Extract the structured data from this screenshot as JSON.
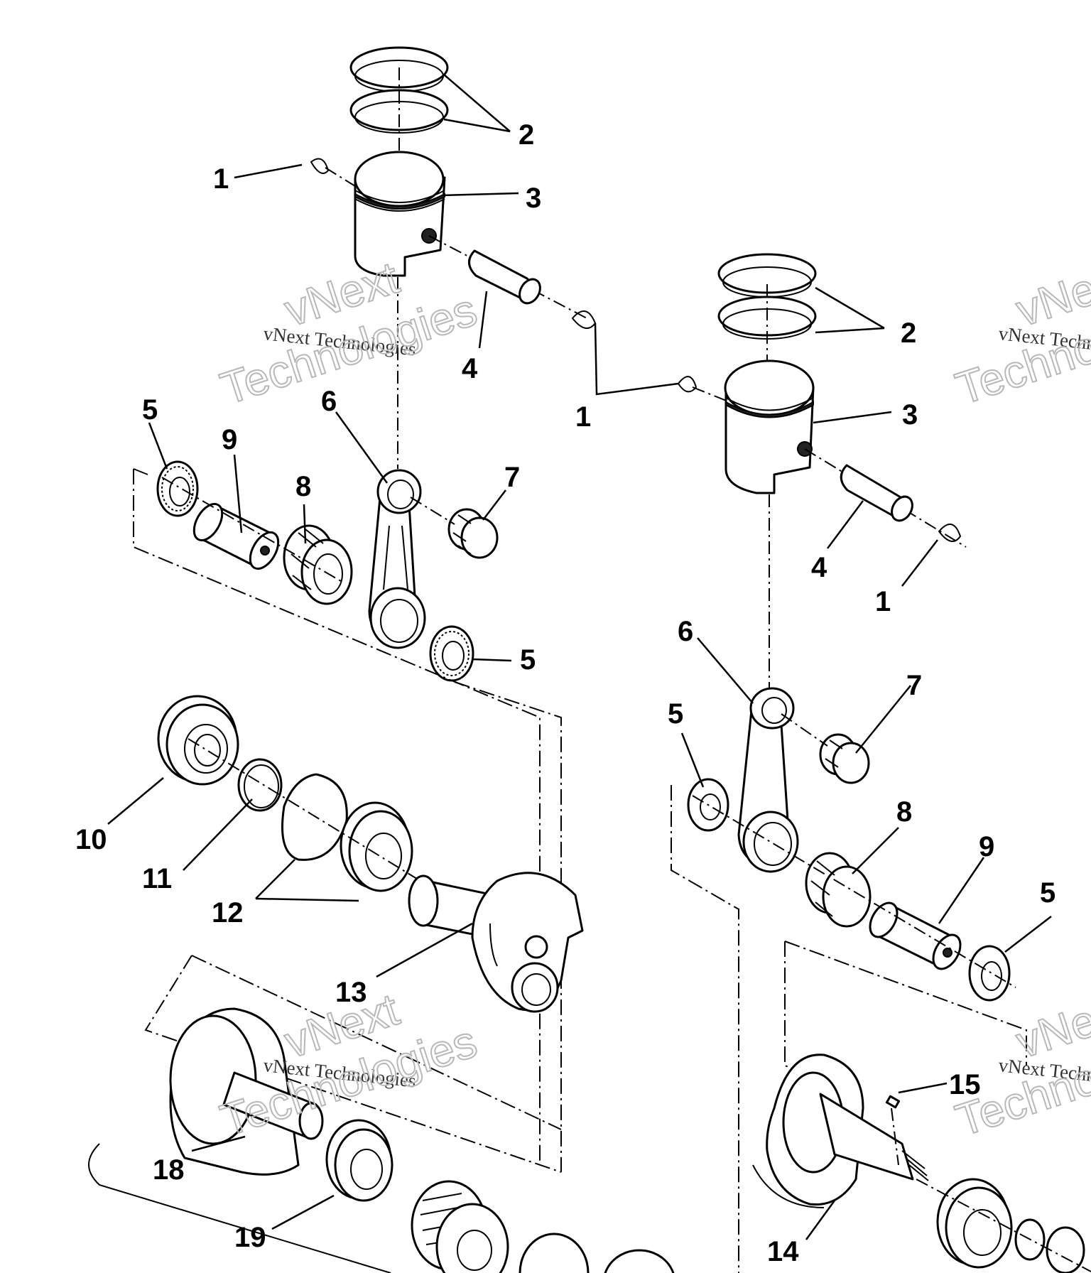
{
  "watermark": {
    "line": "vNext Technologies",
    "big_line1": "vNext",
    "big_line2": "Technologies"
  },
  "callouts": [
    {
      "key": "c1a",
      "text": "1"
    },
    {
      "key": "c2a",
      "text": "2"
    },
    {
      "key": "c3a",
      "text": "3"
    },
    {
      "key": "c4a",
      "text": "4"
    },
    {
      "key": "c5a",
      "text": "5"
    },
    {
      "key": "c9a",
      "text": "9"
    },
    {
      "key": "c6a",
      "text": "6"
    },
    {
      "key": "c8a",
      "text": "8"
    },
    {
      "key": "c7a",
      "text": "7"
    },
    {
      "key": "c5b",
      "text": "5"
    },
    {
      "key": "c2b",
      "text": "2"
    },
    {
      "key": "c1b",
      "text": "1"
    },
    {
      "key": "c3b",
      "text": "3"
    },
    {
      "key": "c4b",
      "text": "4"
    },
    {
      "key": "c1c",
      "text": "1"
    },
    {
      "key": "c6b",
      "text": "6"
    },
    {
      "key": "c7b",
      "text": "7"
    },
    {
      "key": "c5c",
      "text": "5"
    },
    {
      "key": "c8b",
      "text": "8"
    },
    {
      "key": "c9b",
      "text": "9"
    },
    {
      "key": "c5d",
      "text": "5"
    },
    {
      "key": "c10",
      "text": "10"
    },
    {
      "key": "c11",
      "text": "11"
    },
    {
      "key": "c12",
      "text": "12"
    },
    {
      "key": "c13",
      "text": "13"
    },
    {
      "key": "c18",
      "text": "18"
    },
    {
      "key": "c19",
      "text": "19"
    },
    {
      "key": "c15",
      "text": "15"
    },
    {
      "key": "c14",
      "text": "14"
    }
  ]
}
